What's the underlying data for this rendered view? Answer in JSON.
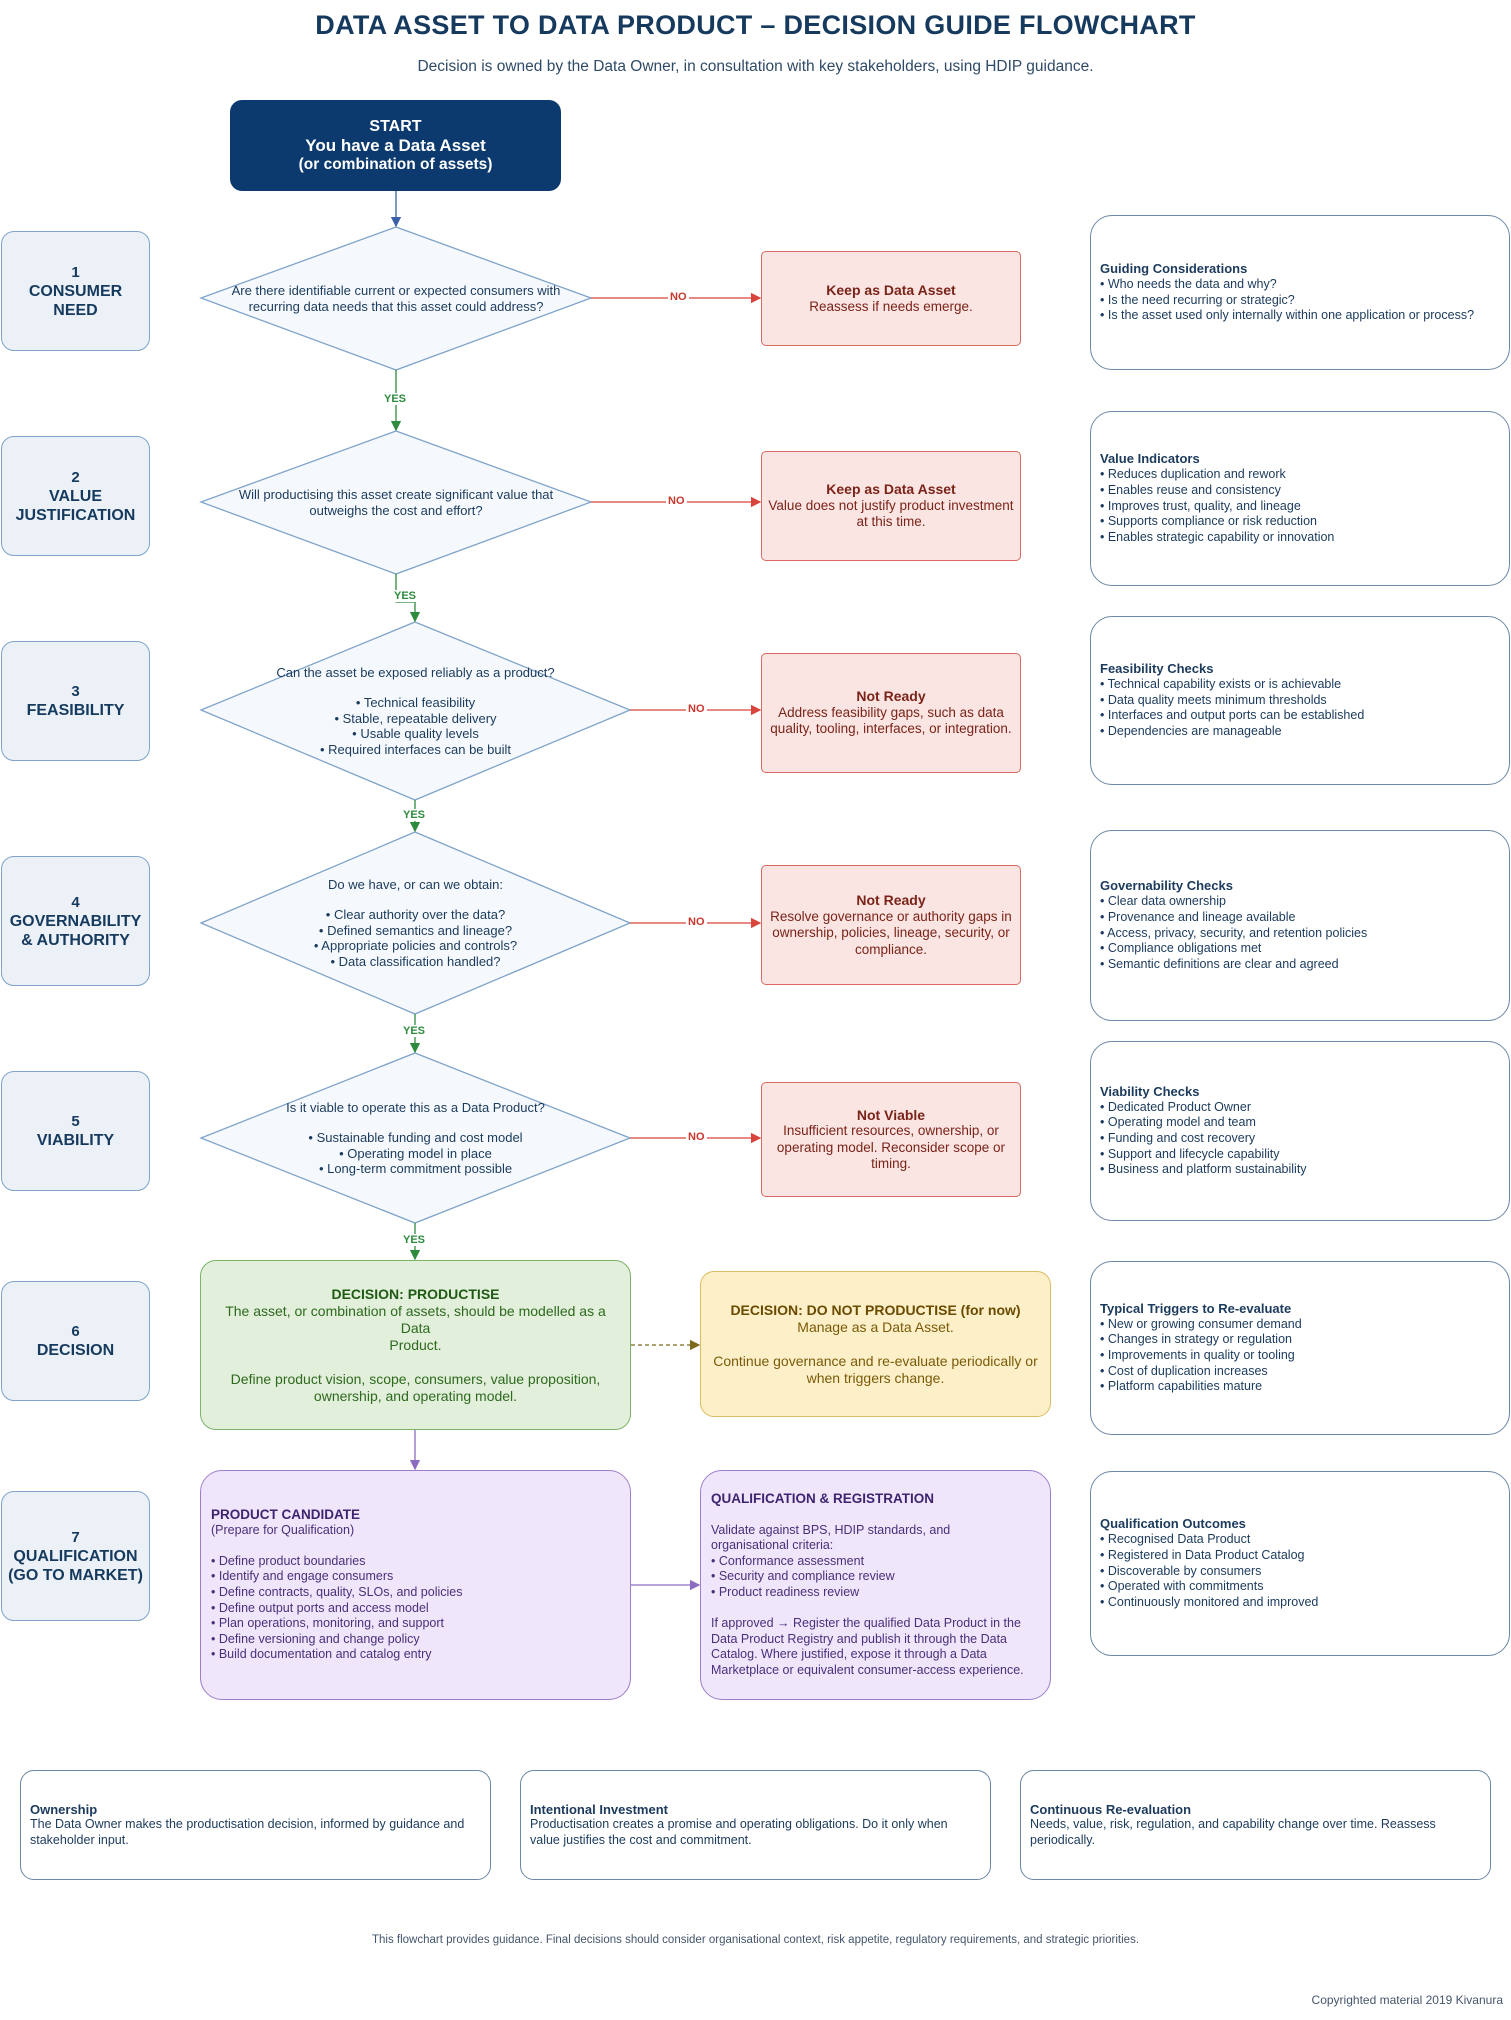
{
  "header": {
    "title": "DATA ASSET TO DATA PRODUCT – DECISION GUIDE FLOWCHART",
    "subtitle": "Decision is owned by the Data Owner, in consultation with key stakeholders, using HDIP guidance."
  },
  "start": {
    "line1": "START",
    "line2": "You have a Data Asset",
    "line3": "(or combination of assets)"
  },
  "labels": {
    "yes": "YES",
    "no": "NO"
  },
  "steps": [
    {
      "num": "1",
      "title": [
        "CONSUMER",
        "NEED"
      ]
    },
    {
      "num": "2",
      "title": [
        "VALUE",
        "JUSTIFICATION"
      ]
    },
    {
      "num": "3",
      "title": [
        "FEASIBILITY"
      ]
    },
    {
      "num": "4",
      "title": [
        "GOVERNABILITY",
        "& AUTHORITY"
      ]
    },
    {
      "num": "5",
      "title": [
        "VIABILITY"
      ]
    },
    {
      "num": "6",
      "title": [
        "DECISION"
      ]
    },
    {
      "num": "7",
      "title": [
        "QUALIFICATION",
        "(GO TO MARKET)"
      ]
    }
  ],
  "questions": [
    {
      "lines": [
        "Are there identifiable current or expected consumers with",
        "recurring data needs that this asset could address?"
      ]
    },
    {
      "lines": [
        "Will productising this asset create significant value that",
        "outweighs the cost and effort?"
      ]
    },
    {
      "lines": [
        "Can the asset be exposed reliably as a product?",
        "",
        "• Technical feasibility",
        "• Stable, repeatable delivery",
        "• Usable quality levels",
        "• Required interfaces can be built"
      ]
    },
    {
      "lines": [
        "Do we have, or can we obtain:",
        "",
        "• Clear authority over the data?",
        "• Defined semantics and lineage?",
        "• Appropriate policies and controls?",
        "• Data classification handled?"
      ]
    },
    {
      "lines": [
        "Is it viable to operate this as a Data Product?",
        "",
        "• Sustainable funding and cost model",
        "• Operating model in place",
        "• Long-term commitment possible"
      ]
    }
  ],
  "outcomes": [
    {
      "title": "Keep as Data Asset",
      "lines": [
        "Reassess if needs emerge."
      ]
    },
    {
      "title": "Keep as Data Asset",
      "lines": [
        "Value does not justify product investment",
        "at this time."
      ]
    },
    {
      "title": "Not Ready",
      "lines": [
        "Address feasibility gaps, such as data",
        "quality, tooling, interfaces, or integration."
      ]
    },
    {
      "title": "Not Ready",
      "lines": [
        "Resolve governance or authority gaps in",
        "ownership, policies, lineage, security, or",
        "compliance."
      ]
    },
    {
      "title": "Not Viable",
      "lines": [
        "Insufficient resources, ownership, or",
        "operating model. Reconsider scope or",
        "timing."
      ]
    }
  ],
  "side_panels": [
    {
      "title": "Guiding Considerations",
      "items": [
        "• Who needs the data and why?",
        "• Is the need recurring or strategic?",
        "• Is the asset used only internally within one application or process?"
      ]
    },
    {
      "title": "Value Indicators",
      "items": [
        "• Reduces duplication and rework",
        "• Enables reuse and consistency",
        "• Improves trust, quality, and lineage",
        "• Supports compliance or risk reduction",
        "• Enables strategic capability or innovation"
      ]
    },
    {
      "title": "Feasibility Checks",
      "items": [
        "• Technical capability exists or is achievable",
        "• Data quality meets minimum thresholds",
        "• Interfaces and output ports can be established",
        "• Dependencies are manageable"
      ]
    },
    {
      "title": "Governability Checks",
      "items": [
        "• Clear data ownership",
        "• Provenance and lineage available",
        "• Access, privacy, security, and retention policies",
        "• Compliance obligations met",
        "• Semantic definitions are clear and agreed"
      ]
    },
    {
      "title": "Viability Checks",
      "items": [
        "• Dedicated Product Owner",
        "• Operating model and team",
        "• Funding and cost recovery",
        "• Support and lifecycle capability",
        "• Business and platform sustainability"
      ]
    },
    {
      "title": "Typical Triggers to Re-evaluate",
      "items": [
        "• New or growing consumer demand",
        "• Changes in strategy or regulation",
        "• Improvements in quality or tooling",
        "• Cost of duplication increases",
        "• Platform capabilities mature"
      ]
    },
    {
      "title": "Qualification Outcomes",
      "items": [
        "• Recognised Data Product",
        "• Registered in Data Product Catalog",
        "• Discoverable by consumers",
        "• Operated with commitments",
        "• Continuously monitored and improved"
      ]
    }
  ],
  "decision_yes": {
    "title": "DECISION: PRODUCTISE",
    "lines": [
      "The asset, or combination of assets, should be modelled as a Data",
      "Product.",
      "",
      "Define product vision, scope, consumers, value proposition,",
      "ownership, and operating model."
    ]
  },
  "decision_no": {
    "title": "DECISION: DO NOT PRODUCTISE (for now)",
    "lines": [
      "Manage as a Data Asset.",
      "",
      "Continue governance and re-evaluate periodically or",
      "when triggers change."
    ]
  },
  "candidate": {
    "title": "PRODUCT CANDIDATE",
    "lines": [
      "(Prepare for Qualification)",
      "",
      "• Define product boundaries",
      "• Identify and engage consumers",
      "• Define contracts, quality, SLOs, and policies",
      "• Define output ports and access model",
      "• Plan operations, monitoring, and support",
      "• Define versioning and change policy",
      "• Build documentation and catalog entry"
    ]
  },
  "qualification": {
    "title": "QUALIFICATION & REGISTRATION",
    "lines": [
      "",
      "Validate against BPS, HDIP standards, and",
      "organisational criteria:",
      "• Conformance assessment",
      "• Security and compliance review",
      "• Product readiness review",
      "",
      "If approved → Register the qualified Data Product in the",
      "Data Product Registry and publish it through the Data",
      "Catalog. Where justified, expose it through a Data",
      "Marketplace or equivalent consumer-access experience."
    ]
  },
  "principles": [
    {
      "title": "Ownership",
      "text": [
        "The Data Owner makes the productisation decision, informed by guidance and",
        "stakeholder input."
      ]
    },
    {
      "title": "Intentional Investment",
      "text": [
        "Productisation creates a promise and operating obligations. Do it only when",
        "value justifies the cost and commitment."
      ]
    },
    {
      "title": "Continuous Re-evaluation",
      "text": [
        "Needs, value, risk, regulation, and capability change over time. Reassess",
        "periodically."
      ]
    }
  ],
  "footer": "This flowchart provides guidance. Final decisions should consider organisational context, risk appetite, regulatory requirements, and strategic priorities.",
  "copyright": "Copyrighted material 2019 Kivanura",
  "colors": {
    "start_fill": "#0c3a6e",
    "yes_color": "#2e8b3e",
    "no_color": "#c8372d",
    "diamond_fill": "#f5f9fd",
    "diamond_stroke": "#7fa3c9"
  }
}
